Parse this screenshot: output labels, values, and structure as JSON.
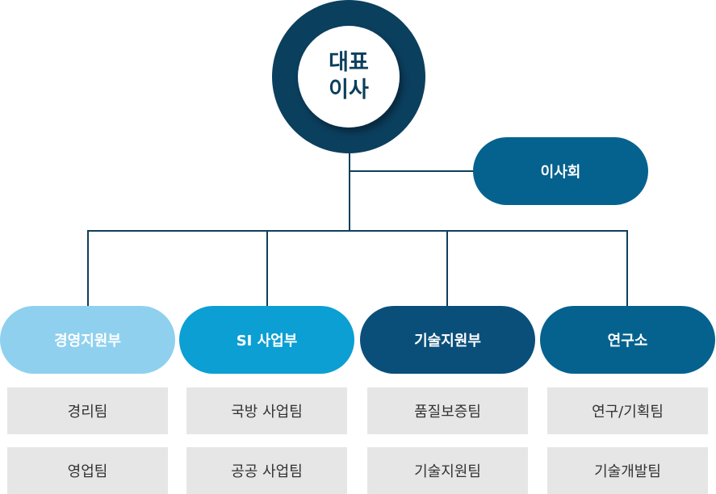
{
  "ceo": {
    "line1": "대표",
    "line2": "이사"
  },
  "board": {
    "label": "이사회"
  },
  "departments": [
    {
      "label": "경영지원부",
      "color": "#8fd0ef",
      "teams": [
        "경리팀",
        "영업팀"
      ]
    },
    {
      "label": "SI 사업부",
      "color": "#0b9fd3",
      "teams": [
        "국방 사업팀",
        "공공 사업팀"
      ]
    },
    {
      "label": "기술지원부",
      "color": "#0a4f7a",
      "teams": [
        "품질보증팀",
        "기술지원팀"
      ]
    },
    {
      "label": "연구소",
      "color": "#05628f",
      "teams": [
        "연구/기획팀",
        "기술개발팀"
      ]
    }
  ],
  "line_color": "#0d3f5c"
}
